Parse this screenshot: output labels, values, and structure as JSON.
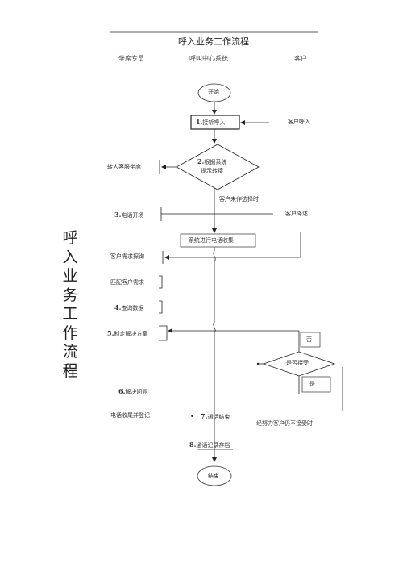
{
  "title": "呼入业务工作流程",
  "side_title": "呼入业务工作流程",
  "columns": {
    "agent": "坐席专员",
    "system": "呼叫中心系统",
    "customer": "客户"
  },
  "nodes": {
    "start": "开始",
    "answer": {
      "num": "1.",
      "text": "接听呼入"
    },
    "customer_call": "客户呼入",
    "decision_route": {
      "num": "2.",
      "line1": "根据系统",
      "line2": "提示转接"
    },
    "transfer": "转人客服坐席",
    "no_choice": "客户未作选择时",
    "call_open": {
      "num": "3.",
      "text": "电话开场"
    },
    "customer_greeting": "客户降述",
    "system_record": "系统进行电话收集",
    "customer_need": "客户需求探询",
    "match_need": "匹配客户需求",
    "query_data": {
      "num": "4.",
      "text": "查询数据"
    },
    "solution": {
      "num": "5.",
      "text": "制定解决方案"
    },
    "no": "否",
    "accept": "是否接受",
    "yes": "是",
    "solve": {
      "num": "6.",
      "text": "解决问题"
    },
    "close_register": "电话收尾并登记",
    "call_end": {
      "num": "7.",
      "text": "通话结束"
    },
    "not_accept": "经努力客户仍不接受时",
    "archive": {
      "num": "8.",
      "text": "通话记录存档"
    },
    "end": "结束"
  }
}
